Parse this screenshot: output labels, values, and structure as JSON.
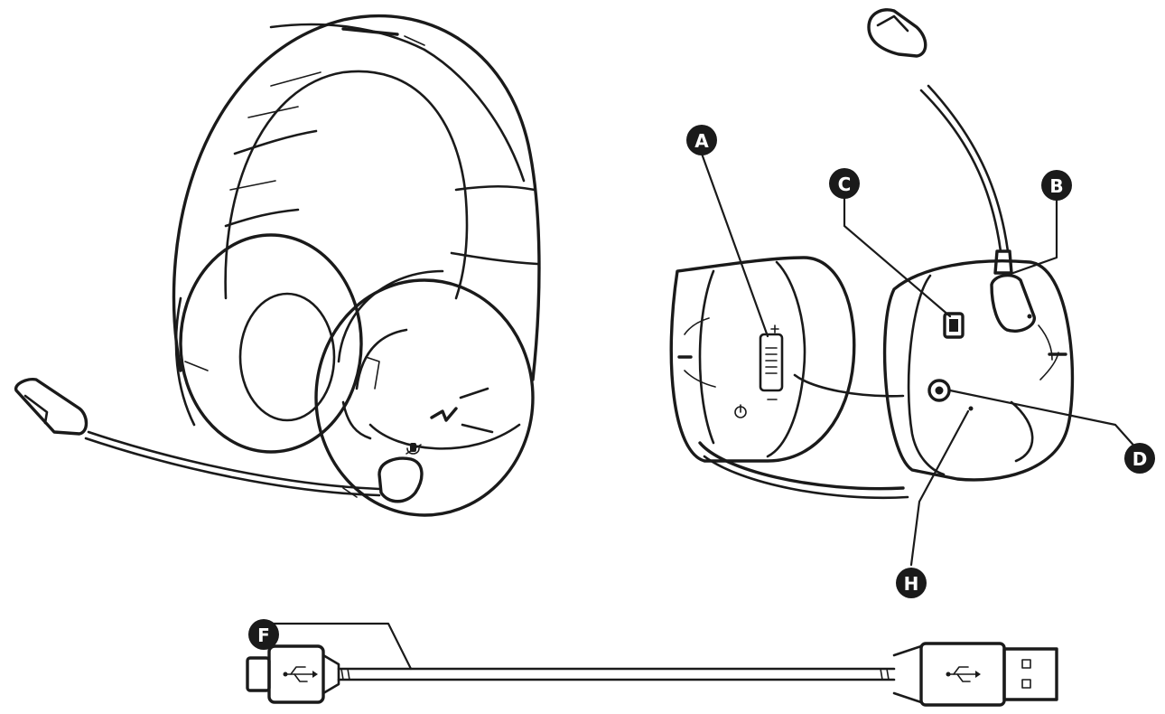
{
  "callouts": {
    "a": "A",
    "b": "B",
    "c": "C",
    "d": "D",
    "f": "F",
    "h": "H"
  },
  "icons": {
    "usb": "usb-trident-icon",
    "mic_mute": "mic-mute-icon",
    "power": "power-icon",
    "brand": "hyperx-logo"
  },
  "colors": {
    "ink": "#1a1a1a",
    "paper": "#ffffff"
  }
}
